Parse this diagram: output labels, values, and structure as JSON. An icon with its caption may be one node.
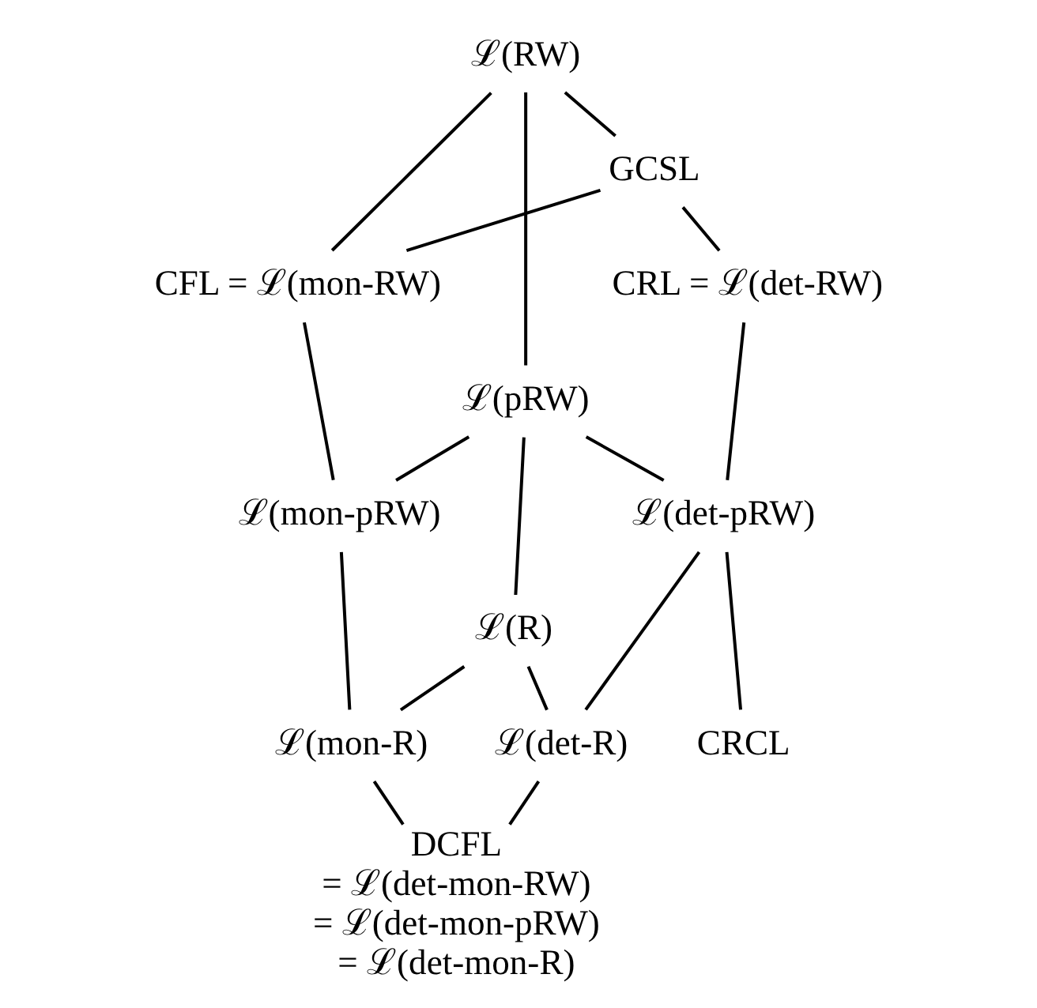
{
  "diagram": {
    "nodes": [
      {
        "text": [
          "ℒ(RW)"
        ]
      },
      {
        "text": [
          "GCSL"
        ]
      },
      {
        "text": [
          "CFL = ℒ(mon-RW)"
        ]
      },
      {
        "text": [
          "CRL = ℒ(det-RW)"
        ]
      },
      {
        "text": [
          "ℒ(pRW)"
        ]
      },
      {
        "text": [
          "ℒ(mon-pRW)"
        ]
      },
      {
        "text": [
          "ℒ(det-pRW)"
        ]
      },
      {
        "text": [
          "ℒ(R)"
        ]
      },
      {
        "text": [
          "ℒ(mon-R)"
        ]
      },
      {
        "text": [
          "ℒ(det-R)"
        ]
      },
      {
        "text": [
          "CRCL"
        ]
      },
      {
        "text": [
          "DCFL",
          "= ℒ(det-mon-RW)",
          "= ℒ(det-mon-pRW)",
          "= ℒ(det-mon-R)"
        ]
      }
    ],
    "edges": [
      {
        "from": 0,
        "to": 2,
        "arrow": "none"
      },
      {
        "from": 0,
        "to": 4,
        "arrow": "none"
      },
      {
        "from": 0,
        "to": 1,
        "arrow": "none"
      },
      {
        "from": 1,
        "to": 2,
        "arrow": "none"
      },
      {
        "from": 1,
        "to": 3,
        "arrow": "none"
      },
      {
        "from": 2,
        "to": 5,
        "arrow": "none"
      },
      {
        "from": 3,
        "to": 6,
        "arrow": "none"
      },
      {
        "from": 4,
        "to": 5,
        "arrow": "none"
      },
      {
        "from": 4,
        "to": 7,
        "arrow": "none"
      },
      {
        "from": 4,
        "to": 6,
        "arrow": "none"
      },
      {
        "from": 5,
        "to": 8,
        "arrow": "none"
      },
      {
        "from": 6,
        "to": 9,
        "arrow": "none"
      },
      {
        "from": 6,
        "to": 10,
        "arrow": "none"
      },
      {
        "from": 7,
        "to": 8,
        "arrow": "none"
      },
      {
        "from": 7,
        "to": 9,
        "arrow": "none"
      },
      {
        "from": 8,
        "to": 11,
        "arrow": "none"
      },
      {
        "from": 9,
        "to": 11,
        "arrow": "none"
      }
    ]
  }
}
